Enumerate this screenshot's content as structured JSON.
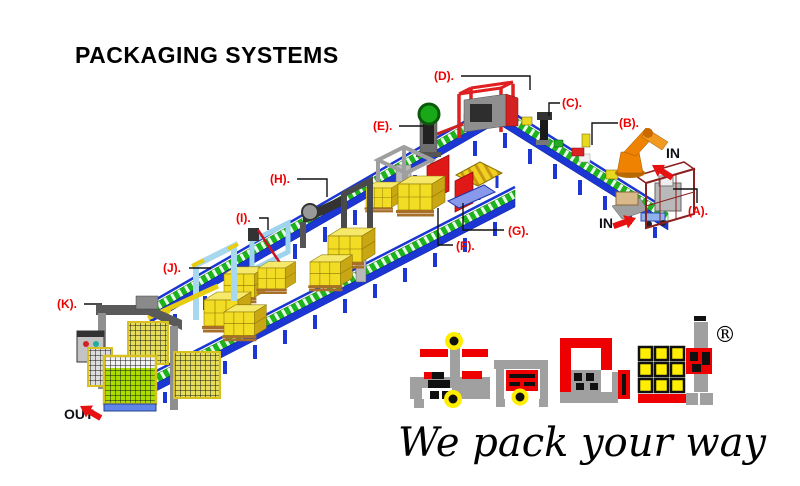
{
  "title": "PACKAGING SYSTEMS",
  "colors": {
    "label_red": "#ee0000",
    "leader_black": "#111111",
    "conveyor_blue": "#1c36d4",
    "roller_green": "#1db31d",
    "arrow_red": "#e81111",
    "box_yellow": "#f2dc24",
    "machine_gray": "#9f9f9f",
    "frame_cyan": "#a8d8f0",
    "robot_orange": "#ef8200",
    "cage_dark_red": "#8b2020"
  },
  "diagram": {
    "station_labels": [
      {
        "id": "A",
        "label": "(A)."
      },
      {
        "id": "B",
        "label": "(B)."
      },
      {
        "id": "C",
        "label": "(C)."
      },
      {
        "id": "D",
        "label": "(D)."
      },
      {
        "id": "E",
        "label": "(E)."
      },
      {
        "id": "F",
        "label": "(F)."
      },
      {
        "id": "G",
        "label": "(G)."
      },
      {
        "id": "H",
        "label": "(H)."
      },
      {
        "id": "I",
        "label": "(I)."
      },
      {
        "id": "J",
        "label": "(J)."
      },
      {
        "id": "K",
        "label": "(K)."
      }
    ],
    "flow_markers": {
      "in_top": "IN",
      "in_bottom": "IN",
      "out": "OUT"
    }
  },
  "logo": {
    "tagline": "We pack your way",
    "registered": "®"
  }
}
